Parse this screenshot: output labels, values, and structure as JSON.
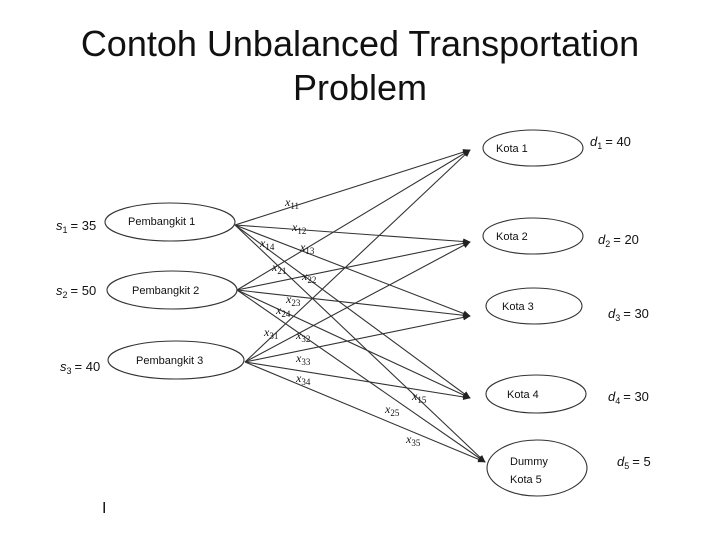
{
  "title": {
    "line1": "Contoh Unbalanced Transportation",
    "line2": "Problem"
  },
  "sources": [
    {
      "label": "Pembangkit 1",
      "supply_var": "s",
      "supply_sub": "1",
      "supply_value": "= 35"
    },
    {
      "label": "Pembangkit 2",
      "supply_var": "s",
      "supply_sub": "2",
      "supply_value": "= 50"
    },
    {
      "label": "Pembangkit 3",
      "supply_var": "s",
      "supply_sub": "3",
      "supply_value": "= 40"
    }
  ],
  "destinations": [
    {
      "label": "Kota 1",
      "label2": "",
      "demand_var": "d",
      "demand_sub": "1",
      "demand_value": "= 40"
    },
    {
      "label": "Kota 2",
      "label2": "",
      "demand_var": "d",
      "demand_sub": "2",
      "demand_value": "= 20"
    },
    {
      "label": "Kota 3",
      "label2": "",
      "demand_var": "d",
      "demand_sub": "3",
      "demand_value": "= 30"
    },
    {
      "label": "Kota 4",
      "label2": "",
      "demand_var": "d",
      "demand_sub": "4",
      "demand_value": "= 30"
    },
    {
      "label": "Dummy",
      "label2": "Kota 5",
      "demand_var": "d",
      "demand_sub": "5",
      "demand_value": "= 5"
    }
  ],
  "variables": [
    {
      "sym": "x",
      "sub": "11"
    },
    {
      "sym": "x",
      "sub": "12"
    },
    {
      "sym": "x",
      "sub": "14"
    },
    {
      "sym": "x",
      "sub": "13"
    },
    {
      "sym": "x",
      "sub": "21"
    },
    {
      "sym": "x",
      "sub": "22"
    },
    {
      "sym": "x",
      "sub": "23"
    },
    {
      "sym": "x",
      "sub": "24"
    },
    {
      "sym": "x",
      "sub": "31"
    },
    {
      "sym": "x",
      "sub": "32"
    },
    {
      "sym": "x",
      "sub": "33"
    },
    {
      "sym": "x",
      "sub": "34"
    },
    {
      "sym": "x",
      "sub": "15"
    },
    {
      "sym": "x",
      "sub": "25"
    },
    {
      "sym": "x",
      "sub": "35"
    }
  ],
  "footer_mark": "I"
}
